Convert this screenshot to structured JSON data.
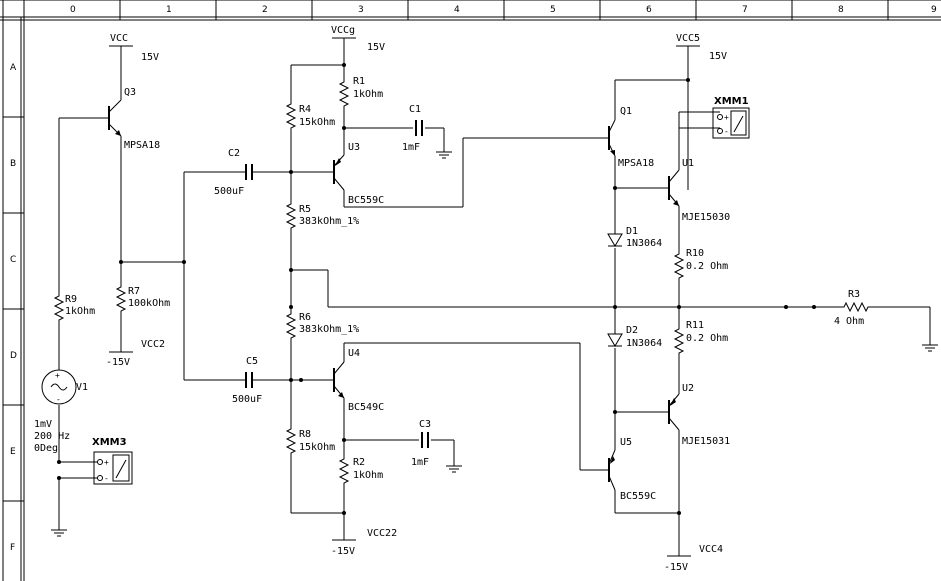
{
  "frame": {
    "columns": [
      "0",
      "1",
      "2",
      "3",
      "4",
      "5",
      "6",
      "7",
      "8",
      "9"
    ],
    "rows": [
      "A",
      "B",
      "C",
      "D",
      "E",
      "F"
    ]
  },
  "labels": {
    "vcc": "VCC",
    "vcc_v": "15V",
    "vccg": "VCCg",
    "vccg_v": "15V",
    "vcc5": "VCC5",
    "vcc5_v": "15V",
    "vcc2": "VCC2",
    "vcc2_v": "-15V",
    "vcc22": "VCC22",
    "vcc22_v": "-15V",
    "vcc4": "VCC4",
    "vcc4_v": "-15V",
    "q3": "Q3",
    "q3_part": "MPSA18",
    "q1": "Q1",
    "q1_part": "MPSA18",
    "u3": "U3",
    "u3_part": "BC559C",
    "u4": "U4",
    "u4_part": "BC549C",
    "u1": "U1",
    "u1_part": "MJE15030",
    "u2": "U2",
    "u2_part": "MJE15031",
    "u5": "U5",
    "u5_part": "BC559C",
    "r1": "R1",
    "r1_val": "1kOhm",
    "r2": "R2",
    "r2_val": "1kOhm",
    "r3": "R3",
    "r3_val": "4 Ohm",
    "r4": "R4",
    "r4_val": "15kOhm",
    "r5": "R5",
    "r5_val": "383kOhm_1%",
    "r6": "R6",
    "r6_val": "383kOhm_1%",
    "r7": "R7",
    "r7_val": "100kOhm",
    "r8": "R8",
    "r8_val": "15kOhm",
    "r9": "R9",
    "r9_val": "1kOhm",
    "r10": "R10",
    "r10_val": "0.2 Ohm",
    "r11": "R11",
    "r11_val": "0.2 Ohm",
    "c1": "C1",
    "c1_val": "1mF",
    "c2": "C2",
    "c2_val": "500uF",
    "c3": "C3",
    "c3_val": "1mF",
    "c5": "C5",
    "c5_val": "500uF",
    "d1": "D1",
    "d1_part": "1N3064",
    "d2": "D2",
    "d2_part": "1N3064",
    "v1": "V1",
    "v1_amp": "1mV",
    "v1_freq": "200 Hz",
    "v1_phase": "0Deg",
    "xmm1": "XMM1",
    "xmm3": "XMM3"
  },
  "colors": {
    "line": "#000000",
    "background": "#ffffff"
  }
}
